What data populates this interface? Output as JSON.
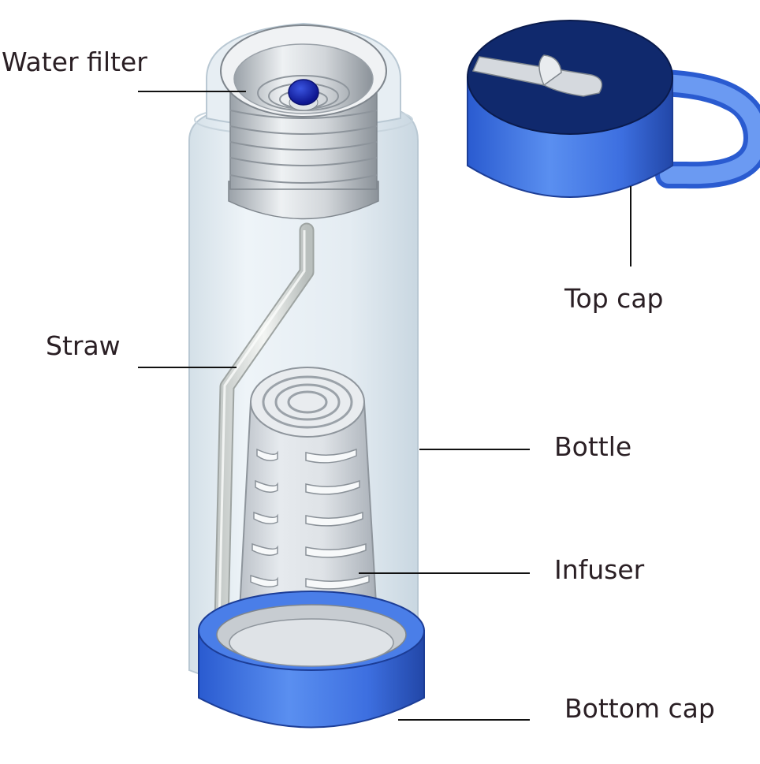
{
  "labels": {
    "water_filter": "Water filter",
    "straw": "Straw",
    "top_cap": "Top cap",
    "bottle": "Bottle",
    "infuser": "Infuser",
    "bottom_cap": "Bottom cap"
  },
  "colors": {
    "cap_blue": "#3d6fe0",
    "cap_dark": "#10296d",
    "bottle_glass": "#dce7ee",
    "metal": "#c4c8cd",
    "filter_blue": "#1622a8"
  }
}
